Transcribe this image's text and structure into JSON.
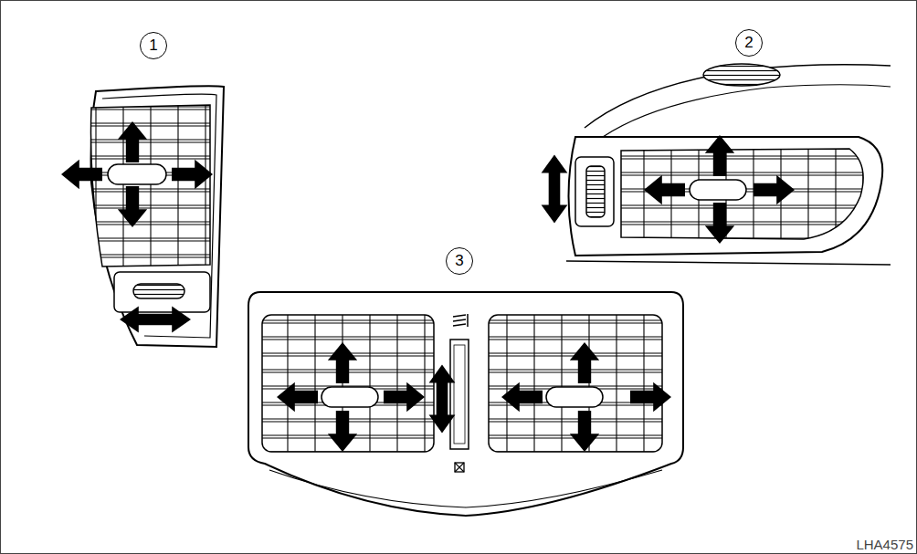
{
  "diagram": {
    "nodes": [
      {
        "text": [
          "1"
        ]
      },
      {
        "text": [
          "2"
        ]
      },
      {
        "text": [
          "3"
        ]
      }
    ],
    "labels": [
      "LHA4575"
    ]
  }
}
